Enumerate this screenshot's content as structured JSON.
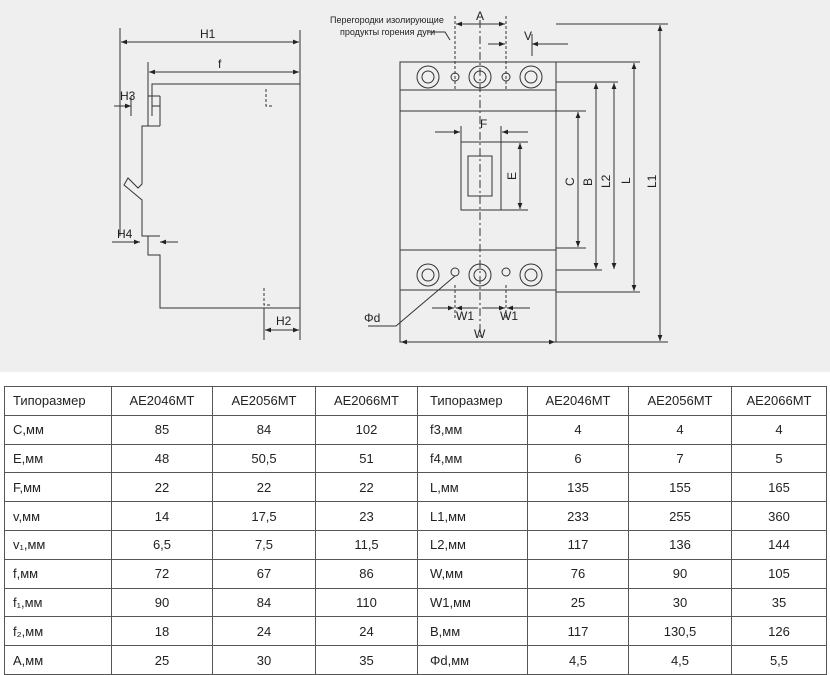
{
  "drawing": {
    "note_line1": "Перегородки изолирующие",
    "note_line2": "продукты горения дуги",
    "labels": {
      "H1": "H1",
      "f": "f",
      "H3": "H3",
      "H4": "H4",
      "H2": "H2",
      "A": "A",
      "V": "V",
      "F": "F",
      "E": "E",
      "C": "C",
      "B": "B",
      "L2": "L2",
      "L": "L",
      "L1": "L1",
      "W1a": "W1",
      "W1b": "W1",
      "W": "W",
      "Phid": "Φd"
    }
  },
  "table": {
    "headers": [
      "Типоразмер",
      "AE2046MT",
      "AE2056MT",
      "AE2066MT",
      "Типоразмер",
      "AE2046MT",
      "AE2056MT",
      "AE2066MT"
    ],
    "rows": [
      [
        "C,мм",
        "85",
        "84",
        "102",
        "f3,мм",
        "4",
        "4",
        "4"
      ],
      [
        "E,мм",
        "48",
        "50,5",
        "51",
        "f4,мм",
        "6",
        "7",
        "5"
      ],
      [
        "F,мм",
        "22",
        "22",
        "22",
        "L,мм",
        "135",
        "155",
        "165"
      ],
      [
        "v,мм",
        "14",
        "17,5",
        "23",
        "L1,мм",
        "233",
        "255",
        "360"
      ],
      [
        "v₁,мм",
        "6,5",
        "7,5",
        "11,5",
        "L2,мм",
        "117",
        "136",
        "144"
      ],
      [
        "f,мм",
        "72",
        "67",
        "86",
        "W,мм",
        "76",
        "90",
        "105"
      ],
      [
        "f₁,мм",
        "90",
        "84",
        "110",
        "W1,мм",
        "25",
        "30",
        "35"
      ],
      [
        "f₂,мм",
        "18",
        "24",
        "24",
        "B,мм",
        "117",
        "130,5",
        "126"
      ],
      [
        "A,мм",
        "25",
        "30",
        "35",
        "Φd,мм",
        "4,5",
        "4,5",
        "5,5"
      ]
    ]
  },
  "chart_data": {
    "type": "table",
    "columns": [
      "Типоразмер",
      "AE2046MT",
      "AE2056MT",
      "AE2066MT"
    ],
    "rows": [
      [
        "C,мм",
        "85",
        "84",
        "102"
      ],
      [
        "E,мм",
        "48",
        "50,5",
        "51"
      ],
      [
        "F,мм",
        "22",
        "22",
        "22"
      ],
      [
        "v,мм",
        "14",
        "17,5",
        "23"
      ],
      [
        "v₁,мм",
        "6,5",
        "7,5",
        "11,5"
      ],
      [
        "f,мм",
        "72",
        "67",
        "86"
      ],
      [
        "f₁,мм",
        "90",
        "84",
        "110"
      ],
      [
        "f₂,мм",
        "18",
        "24",
        "24"
      ],
      [
        "A,мм",
        "25",
        "30",
        "35"
      ],
      [
        "f3,мм",
        "4",
        "4",
        "4"
      ],
      [
        "f4,мм",
        "6",
        "7",
        "5"
      ],
      [
        "L,мм",
        "135",
        "155",
        "165"
      ],
      [
        "L1,мм",
        "233",
        "255",
        "360"
      ],
      [
        "L2,мм",
        "117",
        "136",
        "144"
      ],
      [
        "W,мм",
        "76",
        "90",
        "105"
      ],
      [
        "W1,мм",
        "25",
        "30",
        "35"
      ],
      [
        "B,мм",
        "117",
        "130,5",
        "126"
      ],
      [
        "Φd,мм",
        "4,5",
        "4,5",
        "5,5"
      ]
    ]
  }
}
